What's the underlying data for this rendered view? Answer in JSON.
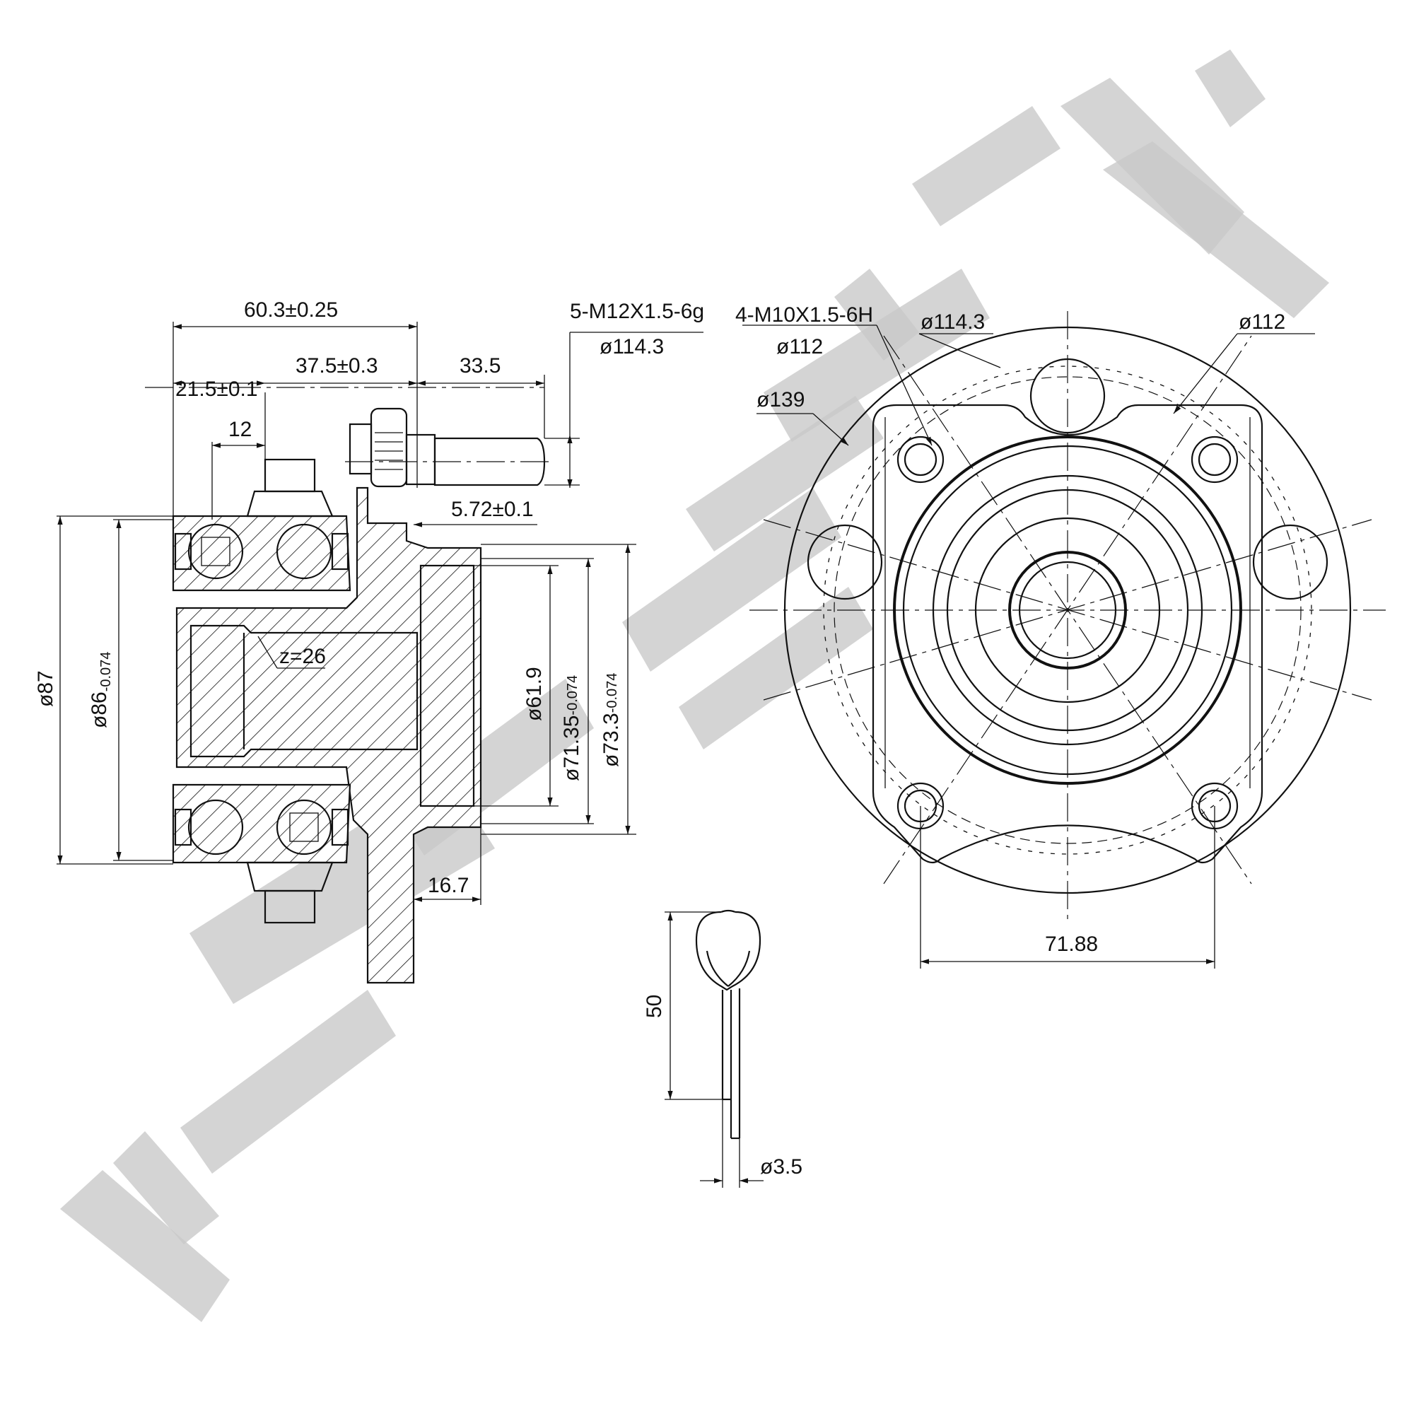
{
  "watermark": {
    "text": "ZENTEK",
    "color": "#c8c8c8"
  },
  "side_view": {
    "overall_width": "60.3",
    "overall_width_tol": "±0.25",
    "flange_width": "21.5",
    "flange_width_tol": "±0.1",
    "offset": "37.5",
    "offset_tol": "±0.3",
    "stud_length": "33.5",
    "groove_width": "12",
    "thread_spec": "5-M12X1.5-6g",
    "stud_pcd": "ø114.3",
    "flange_thickness": "5.72",
    "flange_thickness_tol": "±0.1",
    "spline_teeth": "z=26",
    "outer_diameter": "ø87",
    "bearing_diameter": "ø86",
    "bearing_diameter_tol": "-0.074",
    "bore_diameter": "ø61.9",
    "pilot_diameter_1": "ø71.35",
    "pilot_diameter_1_tol": "-0.074",
    "pilot_diameter_2": "ø73.3",
    "pilot_diameter_2_tol": "-0.074",
    "pilot_length": "16.7"
  },
  "front_view": {
    "thread_spec": "4-M10X1.5-6H",
    "thread_pcd": "ø112",
    "pcd_114": "ø114.3",
    "pcd_112": "ø112",
    "outer_diameter": "ø139",
    "hole_spacing": "71.88"
  },
  "cotter_pin": {
    "length": "50",
    "diameter": "ø3.5"
  }
}
